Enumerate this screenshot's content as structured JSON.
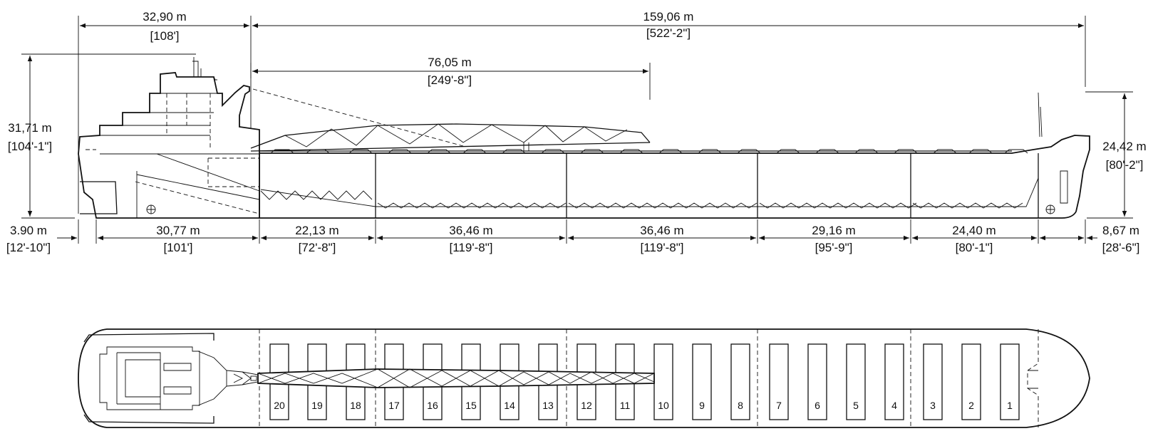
{
  "dimensions": {
    "aft_length_m": "32,90 m",
    "aft_length_ft": "[108']",
    "bow_length_m": "159,06 m",
    "bow_length_ft": "[522'-2\"]",
    "boom_length_m": "76,05 m",
    "boom_length_ft": "[249'-8\"]",
    "height_aft_m": "31,71 m",
    "height_aft_ft": "[104'-1\"]",
    "height_fwd_m": "24,42 m",
    "height_fwd_ft": "[80'-2\"]",
    "stern_overhang_m": "3.90 m",
    "stern_overhang_ft": "[12'-10\"]",
    "bow_overhang_m": "8,67 m",
    "bow_overhang_ft": "[28'-6\"]"
  },
  "segments": [
    {
      "m": "30,77 m",
      "ft": "[101']"
    },
    {
      "m": "22,13 m",
      "ft": "[72'-8\"]"
    },
    {
      "m": "36,46 m",
      "ft": "[119'-8\"]"
    },
    {
      "m": "36,46 m",
      "ft": "[119'-8\"]"
    },
    {
      "m": "29,16 m",
      "ft": "[95'-9\"]"
    },
    {
      "m": "24,40 m",
      "ft": "[80'-1\"]"
    }
  ],
  "hatches": [
    "20",
    "19",
    "18",
    "17",
    "16",
    "15",
    "14",
    "13",
    "12",
    "11",
    "10",
    "9",
    "8",
    "7",
    "6",
    "5",
    "4",
    "3",
    "2",
    "1"
  ],
  "colors": {
    "line": "#111111",
    "background": "#ffffff"
  }
}
